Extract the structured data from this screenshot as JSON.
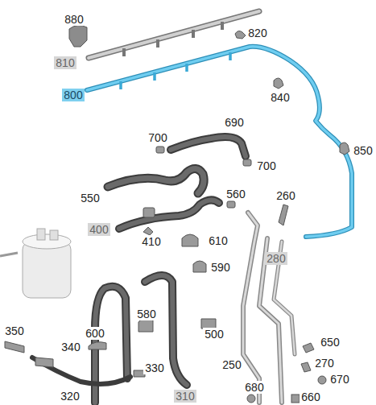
{
  "diagram": {
    "labels": [
      "880",
      "820",
      "810",
      "800",
      "840",
      "690",
      "700",
      "700",
      "850",
      "260",
      "550",
      "560",
      "400",
      "410",
      "610",
      "280",
      "590",
      "580",
      "350",
      "600",
      "500",
      "340",
      "650",
      "330",
      "250",
      "270",
      "320",
      "680",
      "670",
      "310",
      "660"
    ]
  }
}
